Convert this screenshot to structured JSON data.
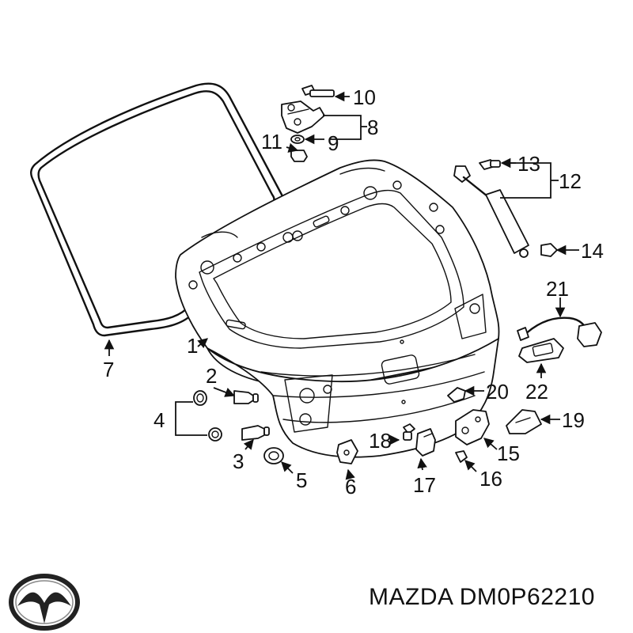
{
  "brand": {
    "logo_icon": "mazda-logo-icon"
  },
  "caption": {
    "brand": "MAZDA",
    "part_number": "DM0P62210"
  },
  "callouts": {
    "c1": "1",
    "c2": "2",
    "c3": "3",
    "c4": "4",
    "c5": "5",
    "c6": "6",
    "c7": "7",
    "c8": "8",
    "c9": "9",
    "c10": "10",
    "c11": "11",
    "c12": "12",
    "c13": "13",
    "c14": "14",
    "c15": "15",
    "c16": "16",
    "c17": "17",
    "c18": "18",
    "c19": "19",
    "c20": "20",
    "c21": "21",
    "c22": "22"
  }
}
